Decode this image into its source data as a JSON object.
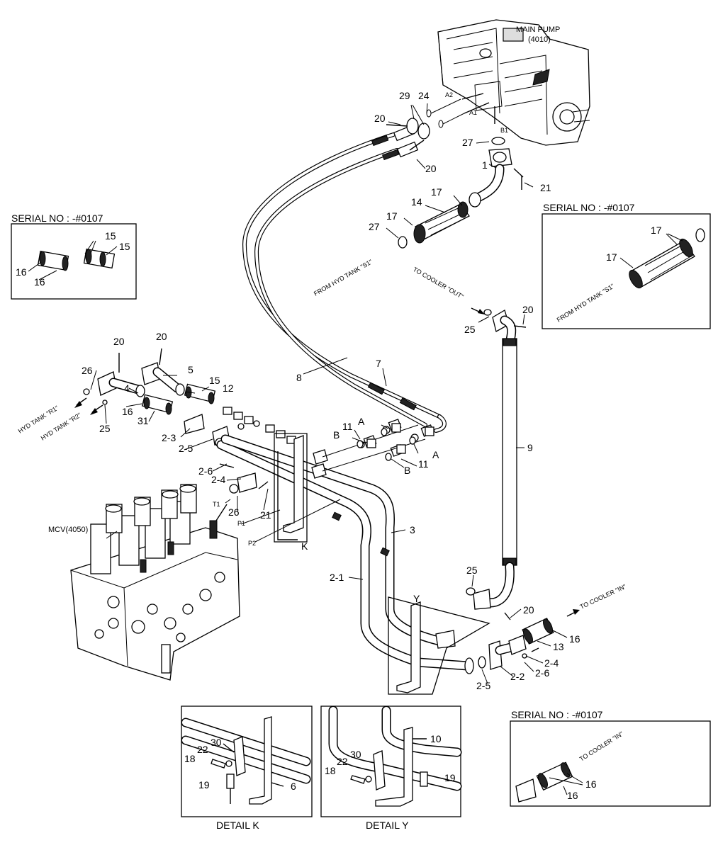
{
  "labels": {
    "main_pump": "MAIN PUMP",
    "main_pump_code": "(4010)",
    "mcv": "MCV(4050)",
    "serial": "SERIAL NO : -#0107",
    "detail_k": "DETAIL K",
    "detail_y": "DETAIL Y",
    "from_tank_s1": "FROM HYD TANK \"S1\"",
    "to_cooler_out": "TO COOLER \"OUT\"",
    "to_cooler_in": "TO COOLER \"IN\"",
    "hyd_tank_r1": "HYD TANK \"R1\"",
    "hyd_tank_r2": "HYD TANK \"R2\"",
    "port_a1": "A1",
    "port_a2": "A2",
    "port_b1": "B1",
    "port_p1": "P1",
    "port_p2": "P2",
    "port_t1": "T1",
    "ref_k": "K",
    "ref_y": "Y",
    "ref_a": "A",
    "ref_b": "B"
  },
  "callouts": {
    "n1": "1",
    "n2_1": "2-1",
    "n2_2": "2-2",
    "n2_3": "2-3",
    "n2_4": "2-4",
    "n2_5": "2-5",
    "n2_6": "2-6",
    "n3": "3",
    "n4": "4",
    "n5": "5",
    "n6": "6",
    "n7": "7",
    "n8": "8",
    "n9": "9",
    "n10": "10",
    "n11": "11",
    "n12": "12",
    "n13": "13",
    "n14": "14",
    "n15": "15",
    "n16": "16",
    "n17": "17",
    "n18": "18",
    "n19": "19",
    "n20": "20",
    "n21": "21",
    "n22": "22",
    "n24": "24",
    "n25": "25",
    "n26": "26",
    "n27": "27",
    "n29": "29",
    "n30": "30",
    "n31": "31"
  }
}
